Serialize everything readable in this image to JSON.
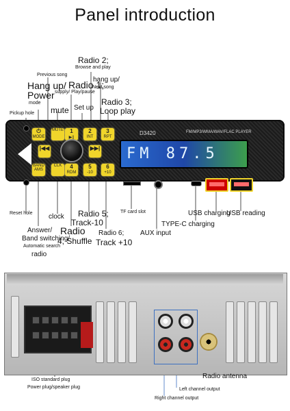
{
  "title": "Panel introduction",
  "front": {
    "brand": "D3420",
    "formats": "FM/MP3/WMA/WAV/FLAC PLAYER",
    "display": "FM 87.5",
    "buttons": [
      {
        "num": "⏻",
        "sub": "MODE"
      },
      {
        "num": "",
        "sub": "MUTE"
      },
      {
        "num": "1",
        "sub": "▶||"
      },
      {
        "num": "2",
        "sub": "INT"
      },
      {
        "num": "3",
        "sub": "RPT"
      },
      {
        "num": "",
        "sub": "BAND AMS"
      },
      {
        "num": "",
        "sub": "CLK"
      },
      {
        "num": "4",
        "sub": "RDM"
      },
      {
        "num": "5",
        "sub": "-10"
      },
      {
        "num": "6",
        "sub": "+10"
      }
    ],
    "labels": {
      "previous_song": "Previous song",
      "pickup_hole": "Pickup hole",
      "hangup_power_1": "Hang up/",
      "hangup_power_2": "Power",
      "hangup_power_3": "mode",
      "radio1_1": "Radio 1;",
      "radio1_2": "supply/ Play/pause",
      "mute": "mute",
      "setup": "Set up",
      "radio2_1": "Radio 2;",
      "radio2_2": "Browse and play",
      "hangup_next_1": "hang up/",
      "hangup_next_2": "Next song",
      "radio3_1": "Radio 3;",
      "radio3_2": "Loop play",
      "reset_hole": "Reset hole",
      "answer_1": "Answer/",
      "answer_2": "Band switching/",
      "answer_3": "Automatic search",
      "answer_4": "radio",
      "clock": "clock",
      "radio4_1": "Radio",
      "radio4_2": "4; Shuffle",
      "radio5_1": "Radio 5;",
      "radio5_2": "Track-10",
      "radio6_1": "Radio 6;",
      "radio6_2": "Track +10",
      "tf_slot": "TF card slot",
      "aux": "AUX input",
      "typec": "TYPE-C charging",
      "usb_charging": "USB charging",
      "usb_reading": "USB reading"
    }
  },
  "back": {
    "labels": {
      "iso_1": "ISO standard plug",
      "iso_2": "Power plug/speaker plug",
      "antenna": "Radio antenna",
      "left_channel": "Left channel output",
      "right_channel": "Right channel output"
    }
  },
  "colors": {
    "button": "#f0d52b",
    "accent_line": "#3b6fc0"
  }
}
